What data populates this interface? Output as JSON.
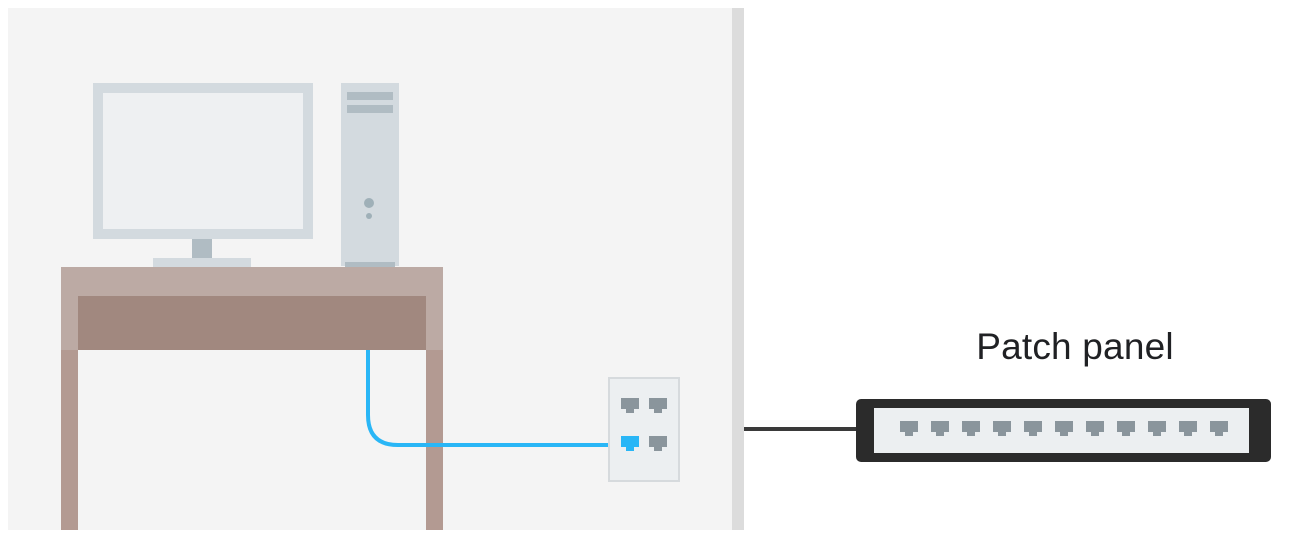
{
  "labels": {
    "patch_panel": "Patch panel"
  },
  "patch_panel": {
    "port_count": 11
  },
  "wall_jack": {
    "port_count": 4,
    "connected_port": 3
  },
  "colors": {
    "room_background": "#f4f4f4",
    "wall_edge": "#dcdcdc",
    "monitor_frame": "#d3dadf",
    "monitor_screen": "#eef0f2",
    "tower_body": "#d3dadf",
    "desk_top": "#bcaaa4",
    "desk_drawer": "#a1887f",
    "desk_legs": "#b39a92",
    "cable_blue": "#29b6f6",
    "cable_dark": "#3a3a3a",
    "port_gray": "#8a959c",
    "panel_frame": "#2b2b2b",
    "panel_face": "#eceff1",
    "text": "#202124"
  }
}
